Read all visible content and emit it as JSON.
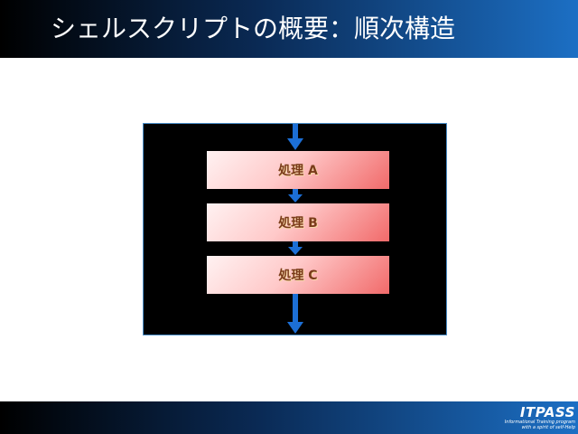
{
  "slide": {
    "title": "シェルスクリプトの概要：順次構造"
  },
  "diagram": {
    "steps": [
      {
        "label": "処理 A"
      },
      {
        "label": "処理 B"
      },
      {
        "label": "処理 C"
      }
    ],
    "colors": {
      "panel": "#000000",
      "arrow": "#1c6fd6",
      "step_light": "#fff2f2",
      "step_dark": "#f16a6a",
      "label": "#7a3b1a"
    }
  },
  "footer": {
    "brand": "ITPASS",
    "tagline1": "Informational Training program",
    "tagline2": "with a spirit of self-Help"
  }
}
